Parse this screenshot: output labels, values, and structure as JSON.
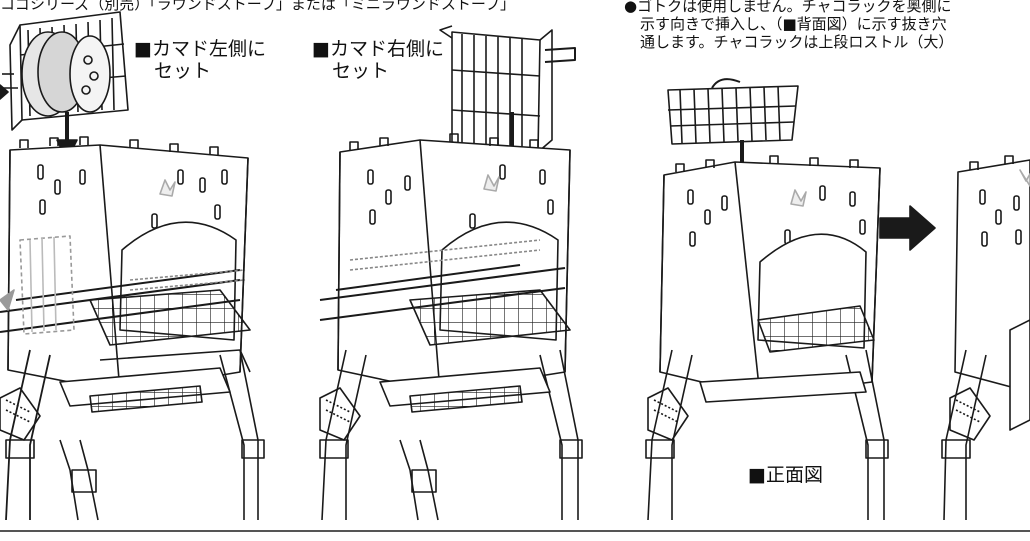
{
  "header": {
    "left_note": "コゴシリーズ（別売）「ラウンドストーブ」または「ミニラウンドストーブ」",
    "right_note_lines": [
      "●ゴトクは使用しません。チャコラックを奥側に",
      "示す向きで挿入し、（■背面図）に示す抜き穴",
      "通します。チャコラックは上段ロストル（大）"
    ]
  },
  "labels": {
    "left_side_line1": "■カマド左側に",
    "left_side_line2": "セット",
    "right_side_line1": "■カマド右側に",
    "right_side_line2": "セット",
    "front_view": "■正面図"
  },
  "colors": {
    "line": "#1a1a1a",
    "arrow_dark": "#1a1a1a",
    "arrow_gray": "#9a9a9a",
    "fill": "#ffffff"
  }
}
